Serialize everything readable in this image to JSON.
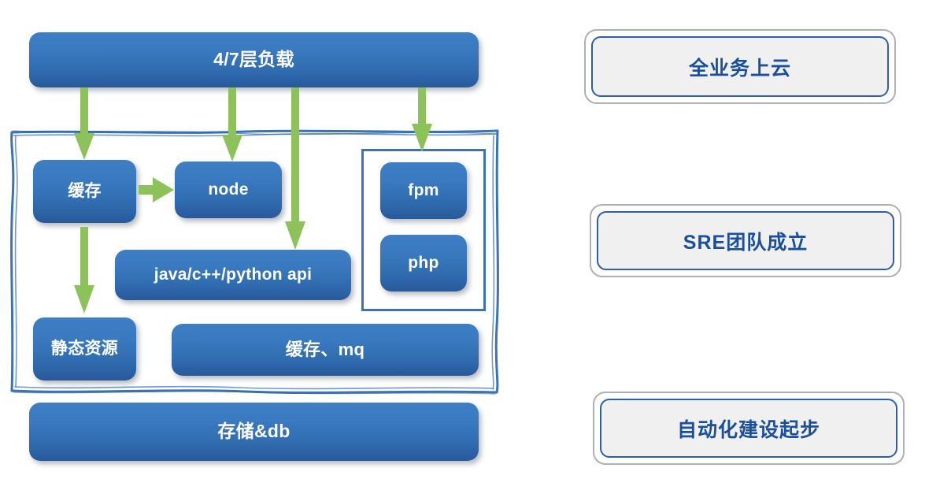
{
  "diagram": {
    "title_bar": {
      "label": "4/7层负载"
    },
    "storage_bar": {
      "label": "存储&db"
    },
    "nodes": [
      {
        "key": "cache",
        "label": "缓存"
      },
      {
        "key": "node",
        "label": "node"
      },
      {
        "key": "fpm",
        "label": "fpm"
      },
      {
        "key": "php",
        "label": "php"
      },
      {
        "key": "api",
        "label": "java/c++/python api"
      },
      {
        "key": "static",
        "label": "静态资源"
      },
      {
        "key": "cache_mq",
        "label": "缓存、mq"
      }
    ],
    "arrows": [
      {
        "key": "lb-to-cache",
        "from": "4/7层负载",
        "to": "缓存",
        "direction": "down"
      },
      {
        "key": "lb-to-node",
        "from": "4/7层负载",
        "to": "node",
        "direction": "down"
      },
      {
        "key": "lb-to-api",
        "from": "4/7层负载",
        "to": "java/c++/python api",
        "direction": "down"
      },
      {
        "key": "lb-to-fpm",
        "from": "4/7层负载",
        "to": "fpm",
        "direction": "down"
      },
      {
        "key": "cache-to-node",
        "from": "缓存",
        "to": "node",
        "direction": "right"
      },
      {
        "key": "cache-to-static",
        "from": "缓存",
        "to": "静态资源",
        "direction": "down"
      }
    ]
  },
  "milestones": [
    {
      "key": "cloud",
      "label": "全业务上云"
    },
    {
      "key": "sre",
      "label": "SRE团队成立"
    },
    {
      "key": "automation",
      "label": "自动化建设起步"
    }
  ],
  "colors": {
    "box_blue_top": "#3d7ec4",
    "box_blue_bottom": "#28599b",
    "arrow_green": "#8dc25a",
    "frame_blue": "#3d73b2",
    "milestone_border_outer": "#b0b0b0",
    "milestone_border_inner": "#2f5fa8",
    "milestone_fill": "#f0f0f0",
    "milestone_text": "#1a4f9c",
    "canvas": "#ffffff"
  }
}
